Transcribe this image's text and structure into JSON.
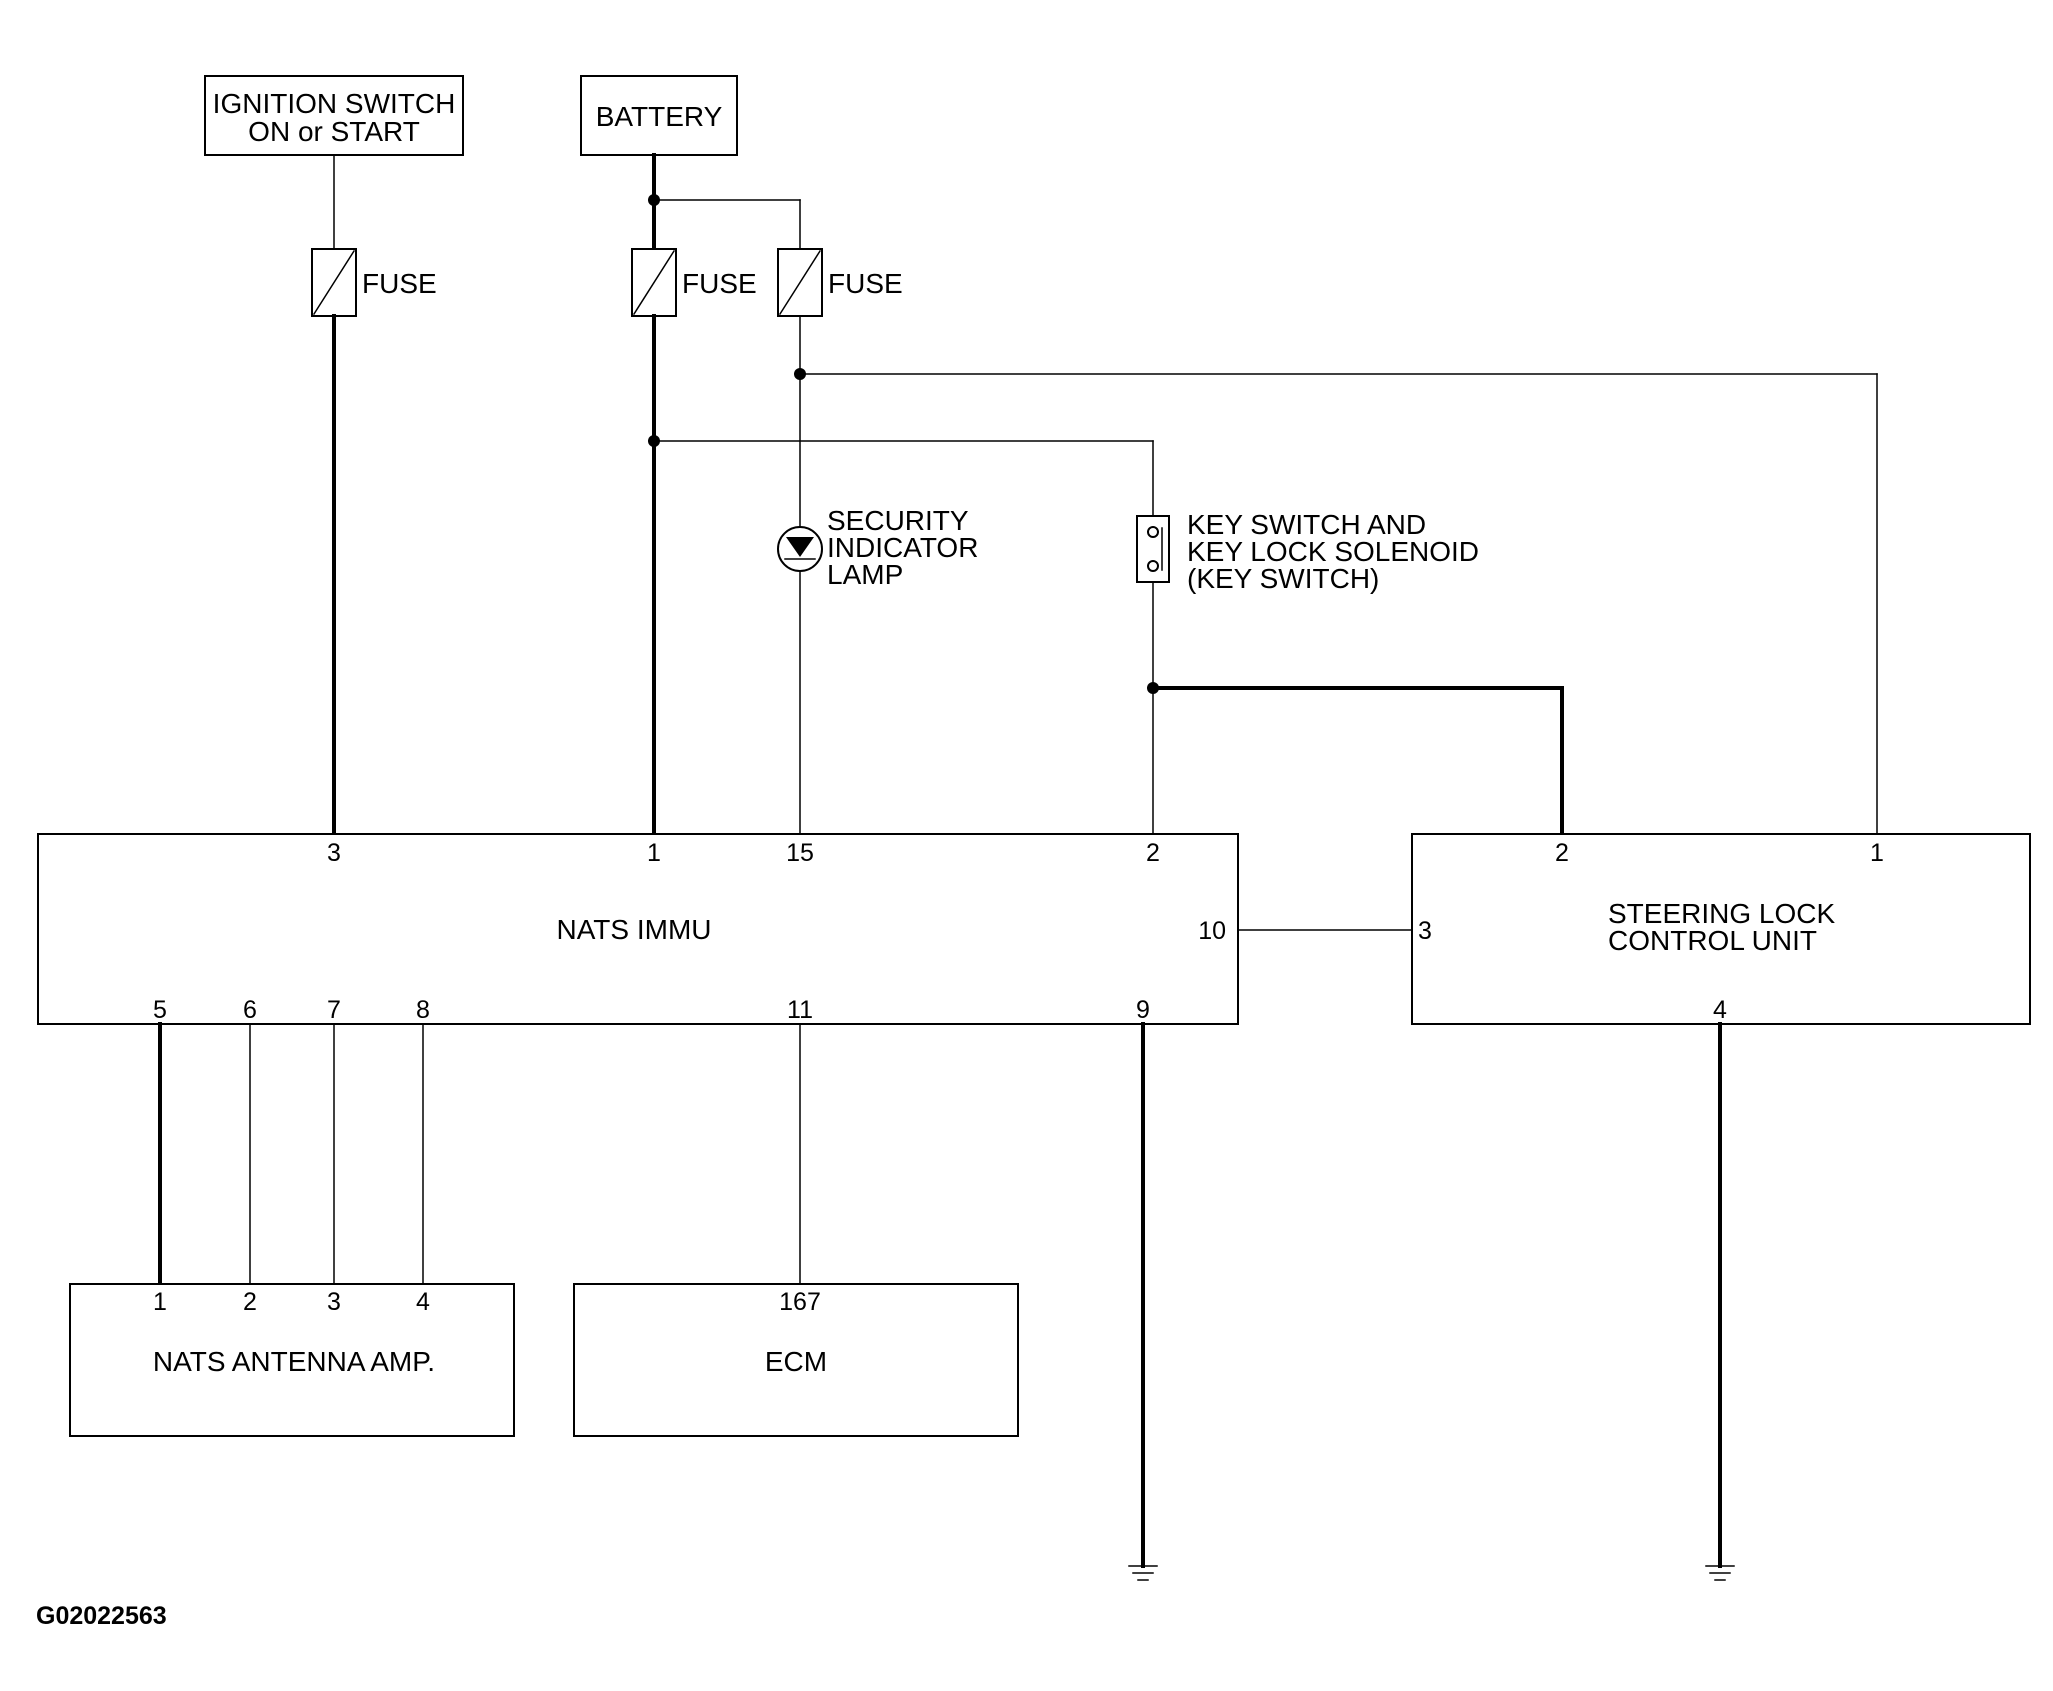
{
  "sources": {
    "ignition_switch": [
      "IGNITION SWITCH",
      "ON or START"
    ],
    "battery": "BATTERY"
  },
  "fuses": {
    "ignition": "FUSE",
    "battery_main": "FUSE",
    "battery_aux": "FUSE"
  },
  "components": {
    "security_lamp": [
      "SECURITY",
      "INDICATOR",
      "LAMP"
    ],
    "key_switch": [
      "KEY SWITCH AND",
      "KEY LOCK SOLENOID",
      "(KEY SWITCH)"
    ]
  },
  "nats_immu": {
    "label": "NATS IMMU",
    "pins": {
      "p3": "3",
      "p1": "1",
      "p15": "15",
      "p2": "2",
      "p10": "10",
      "p5": "5",
      "p6": "6",
      "p7": "7",
      "p8": "8",
      "p11": "11",
      "p9": "9"
    }
  },
  "steering_lock": {
    "label": [
      "STEERING LOCK",
      "CONTROL UNIT"
    ],
    "pins": {
      "p2": "2",
      "p1": "1",
      "p3": "3",
      "p4": "4"
    }
  },
  "antenna_amp": {
    "label": "NATS ANTENNA AMP.",
    "pins": {
      "p1": "1",
      "p2": "2",
      "p3": "3",
      "p4": "4"
    }
  },
  "ecm": {
    "label": "ECM",
    "pins": {
      "p167": "167"
    }
  },
  "figure_code": "G02022563"
}
